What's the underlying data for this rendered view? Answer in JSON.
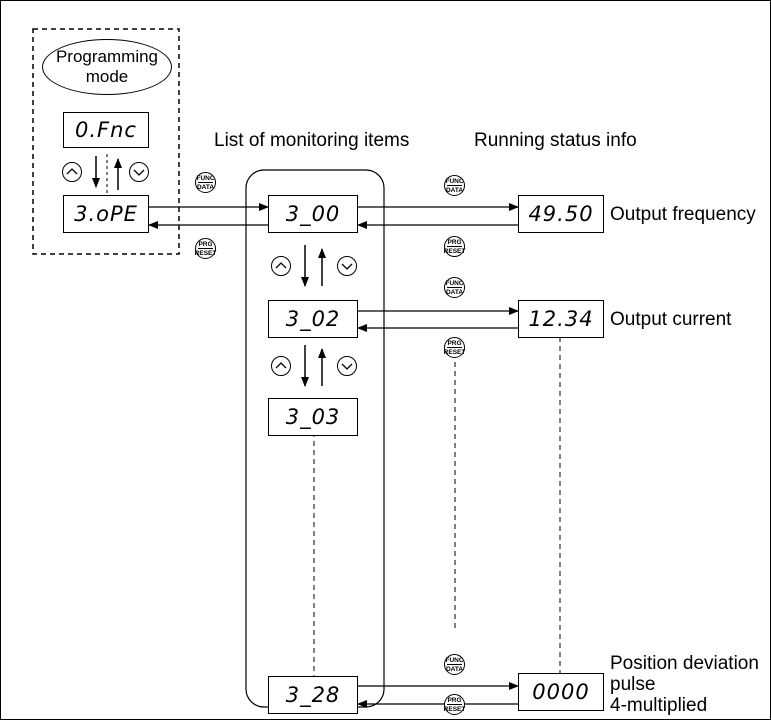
{
  "programming_mode": {
    "label_line1": "Programming",
    "label_line2": "mode"
  },
  "displays": {
    "fnc": "0.Fnc",
    "ope": "3.oPE"
  },
  "headers": {
    "monitoring_list": "List of monitoring items",
    "running_status": "Running status info"
  },
  "monitor_items": [
    "3_00",
    "3_02",
    "3_03",
    "3_28"
  ],
  "status_values": [
    "49.50",
    "12.34",
    "0000"
  ],
  "status_labels": {
    "output_frequency": "Output frequency",
    "output_current": "Output current",
    "position_line1": "Position deviation",
    "position_line2": "pulse",
    "position_line3": "4-multiplied"
  },
  "buttons": {
    "func_top": "FUNC",
    "func_bottom": "DATA",
    "prg_top": "PRG",
    "prg_bottom": "RESET"
  }
}
